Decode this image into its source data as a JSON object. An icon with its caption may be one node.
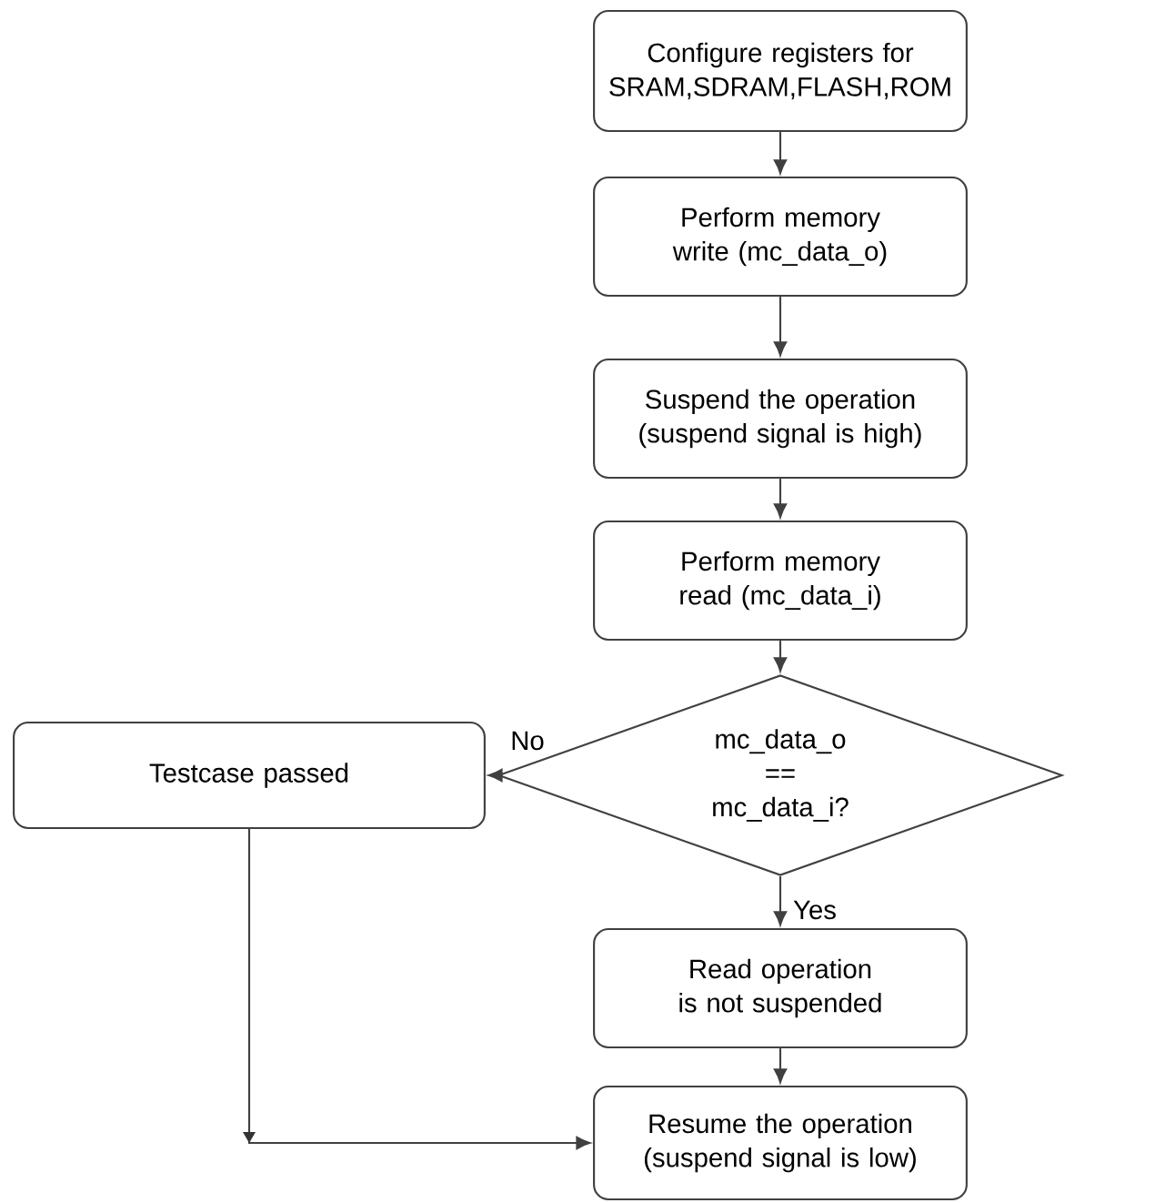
{
  "diagram": {
    "nodes": [
      {
        "text": [
          "Configure registers for SRAM,SDRAM,FLASH,ROM"
        ]
      },
      {
        "text": [
          "Perform memory write (mc_data_o)"
        ]
      },
      {
        "text": [
          "Suspend the operation (suspend signal is high)"
        ]
      },
      {
        "text": [
          "Perform memory read (mc_data_i)"
        ]
      },
      {
        "text": [
          "mc_data_o == mc_data_i?"
        ]
      },
      {
        "text": [
          "Testcase passed"
        ]
      },
      {
        "text": [
          "Read operation is not suspended"
        ]
      },
      {
        "text": [
          "Resume the operation (suspend signal is low)"
        ]
      }
    ],
    "edges": [
      {
        "from": 0,
        "to": 1,
        "arrow": "to"
      },
      {
        "from": 1,
        "to": 2,
        "arrow": "to"
      },
      {
        "from": 2,
        "to": 3,
        "arrow": "to"
      },
      {
        "from": 3,
        "to": 4,
        "arrow": "to"
      },
      {
        "from": 4,
        "to": 5,
        "arrow": "to",
        "label": "No"
      },
      {
        "from": 4,
        "to": 6,
        "arrow": "to",
        "label": "Yes"
      },
      {
        "from": 6,
        "to": 7,
        "arrow": "to"
      },
      {
        "from": 5,
        "to": 7,
        "arrow": "to"
      }
    ]
  }
}
